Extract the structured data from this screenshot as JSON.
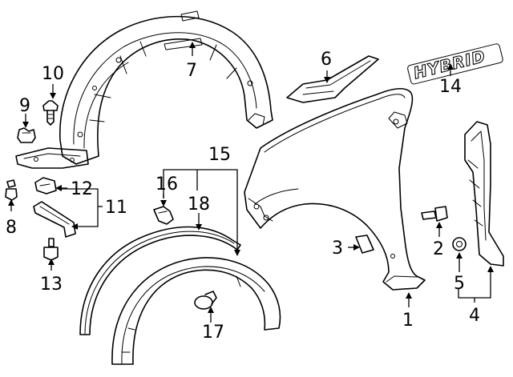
{
  "callouts": {
    "c1": "1",
    "c2": "2",
    "c3": "3",
    "c4": "4",
    "c5": "5",
    "c6": "6",
    "c7": "7",
    "c8": "8",
    "c9": "9",
    "c10": "10",
    "c11": "11",
    "c12": "12",
    "c13": "13",
    "c14": "14",
    "c15": "15",
    "c16": "16",
    "c17": "17",
    "c18": "18"
  },
  "emblem_text": "HYBRID"
}
